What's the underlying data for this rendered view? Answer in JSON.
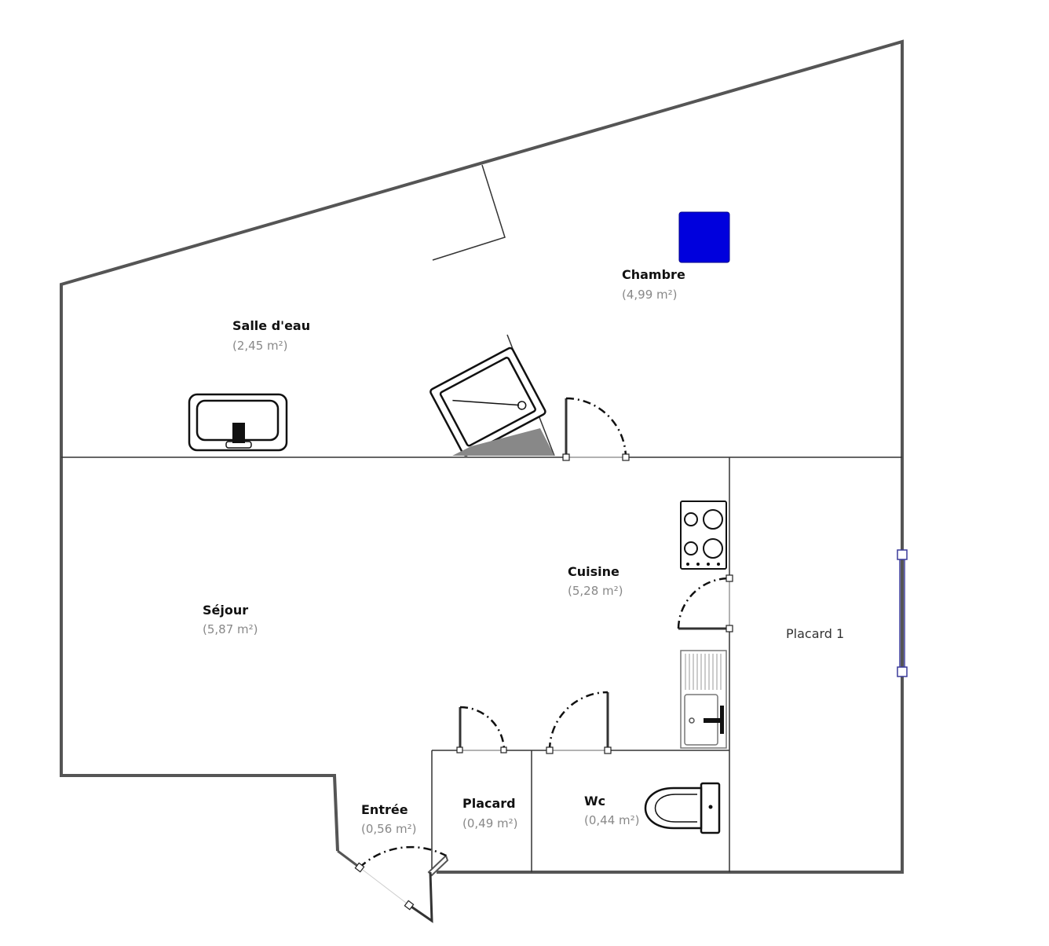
{
  "rooms": {
    "chambre": {
      "name": "Chambre",
      "area": "(4,99 m²)"
    },
    "salle_eau": {
      "name": "Salle d'eau",
      "area": "(2,45 m²)"
    },
    "sejour": {
      "name": "Séjour",
      "area": "(5,87 m²)"
    },
    "cuisine": {
      "name": "Cuisine",
      "area": "(5,28 m²)"
    },
    "placard1": {
      "name": "Placard 1"
    },
    "entree": {
      "name": "Entrée",
      "area": "(0,56 m²)"
    },
    "placard": {
      "name": "Placard",
      "area": "(0,49 m²)"
    },
    "wc": {
      "name": "Wc",
      "area": "(0,44 m²)"
    }
  },
  "colors": {
    "wall": "#555555",
    "marker": "#0000dd",
    "window": "#3a3a9a"
  },
  "icons": [
    "wash-basin-icon",
    "shower-tray-icon",
    "hob-icon",
    "kitchen-sink-icon",
    "toilet-icon"
  ]
}
